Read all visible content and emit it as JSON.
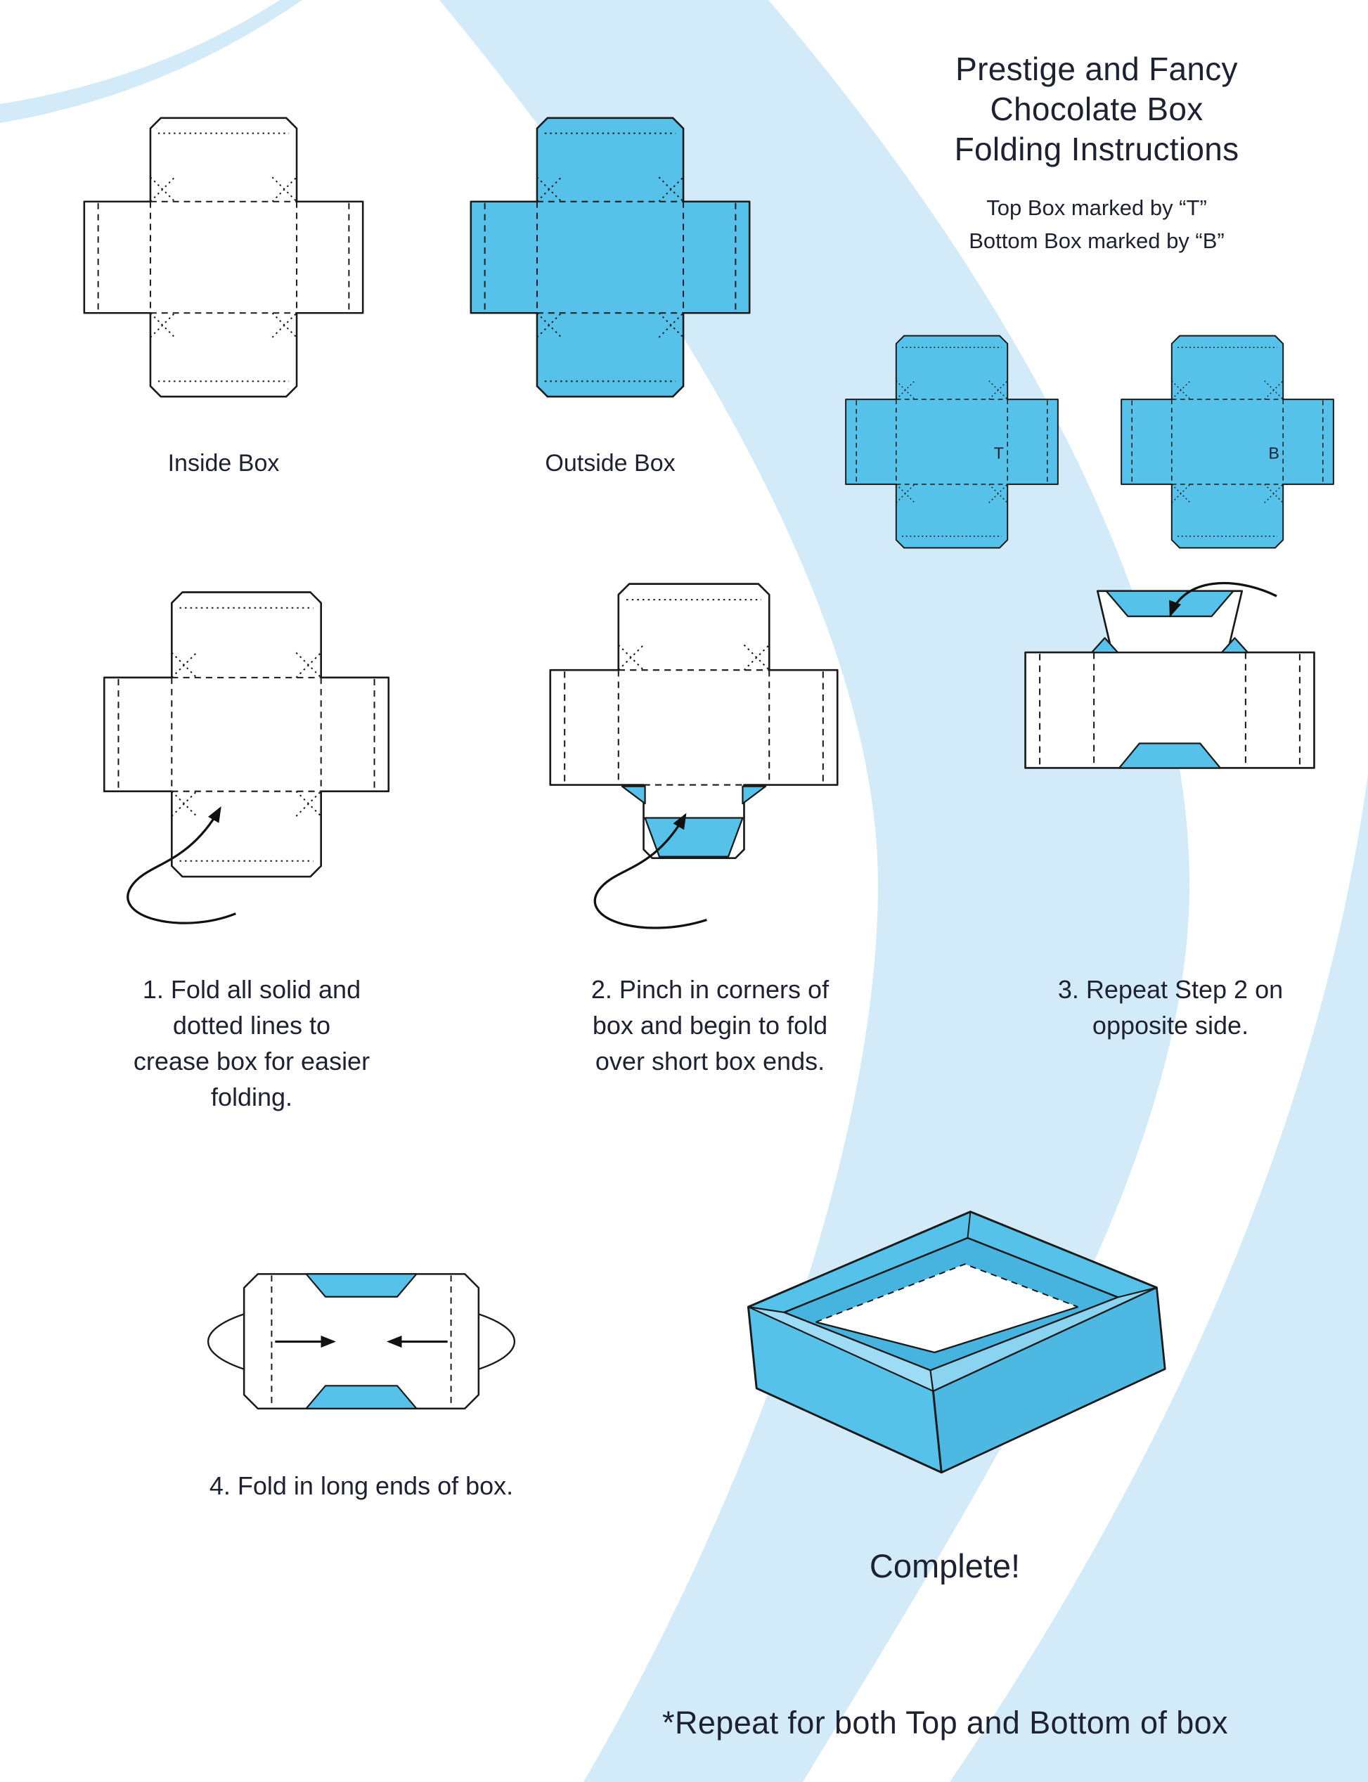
{
  "header": {
    "title": {
      "line1": "Prestige and Fancy",
      "line2": "Chocolate Box",
      "line3": "Folding Instructions"
    },
    "subtitle": {
      "line1": "Top Box marked by “T”",
      "line2": "Bottom Box marked by “B”"
    }
  },
  "templates": {
    "inside": {
      "label": "Inside Box"
    },
    "outside": {
      "label": "Outside Box"
    },
    "top": {
      "marker": "T"
    },
    "bottom": {
      "marker": "B"
    }
  },
  "steps": {
    "step1": {
      "caption": {
        "line1": "1. Fold all solid and",
        "line2": "dotted lines to",
        "line3": "crease box for easier",
        "line4": "folding."
      }
    },
    "step2": {
      "caption": {
        "line1": "2. Pinch in corners of",
        "line2": "box and begin to fold",
        "line3": "over short box ends."
      }
    },
    "step3": {
      "caption": {
        "line1": "3. Repeat Step 2 on",
        "line2": "opposite side."
      }
    },
    "step4": {
      "caption": {
        "line1": "4. Fold in long ends of box."
      }
    }
  },
  "completion": {
    "label": "Complete!",
    "footnote": "*Repeat for both Top and Bottom of box"
  },
  "colors": {
    "box_blue": "#56c2e9",
    "background_swoosh": "#d3ebf9",
    "outline": "#1a1a1a",
    "text": "#1e2130"
  }
}
